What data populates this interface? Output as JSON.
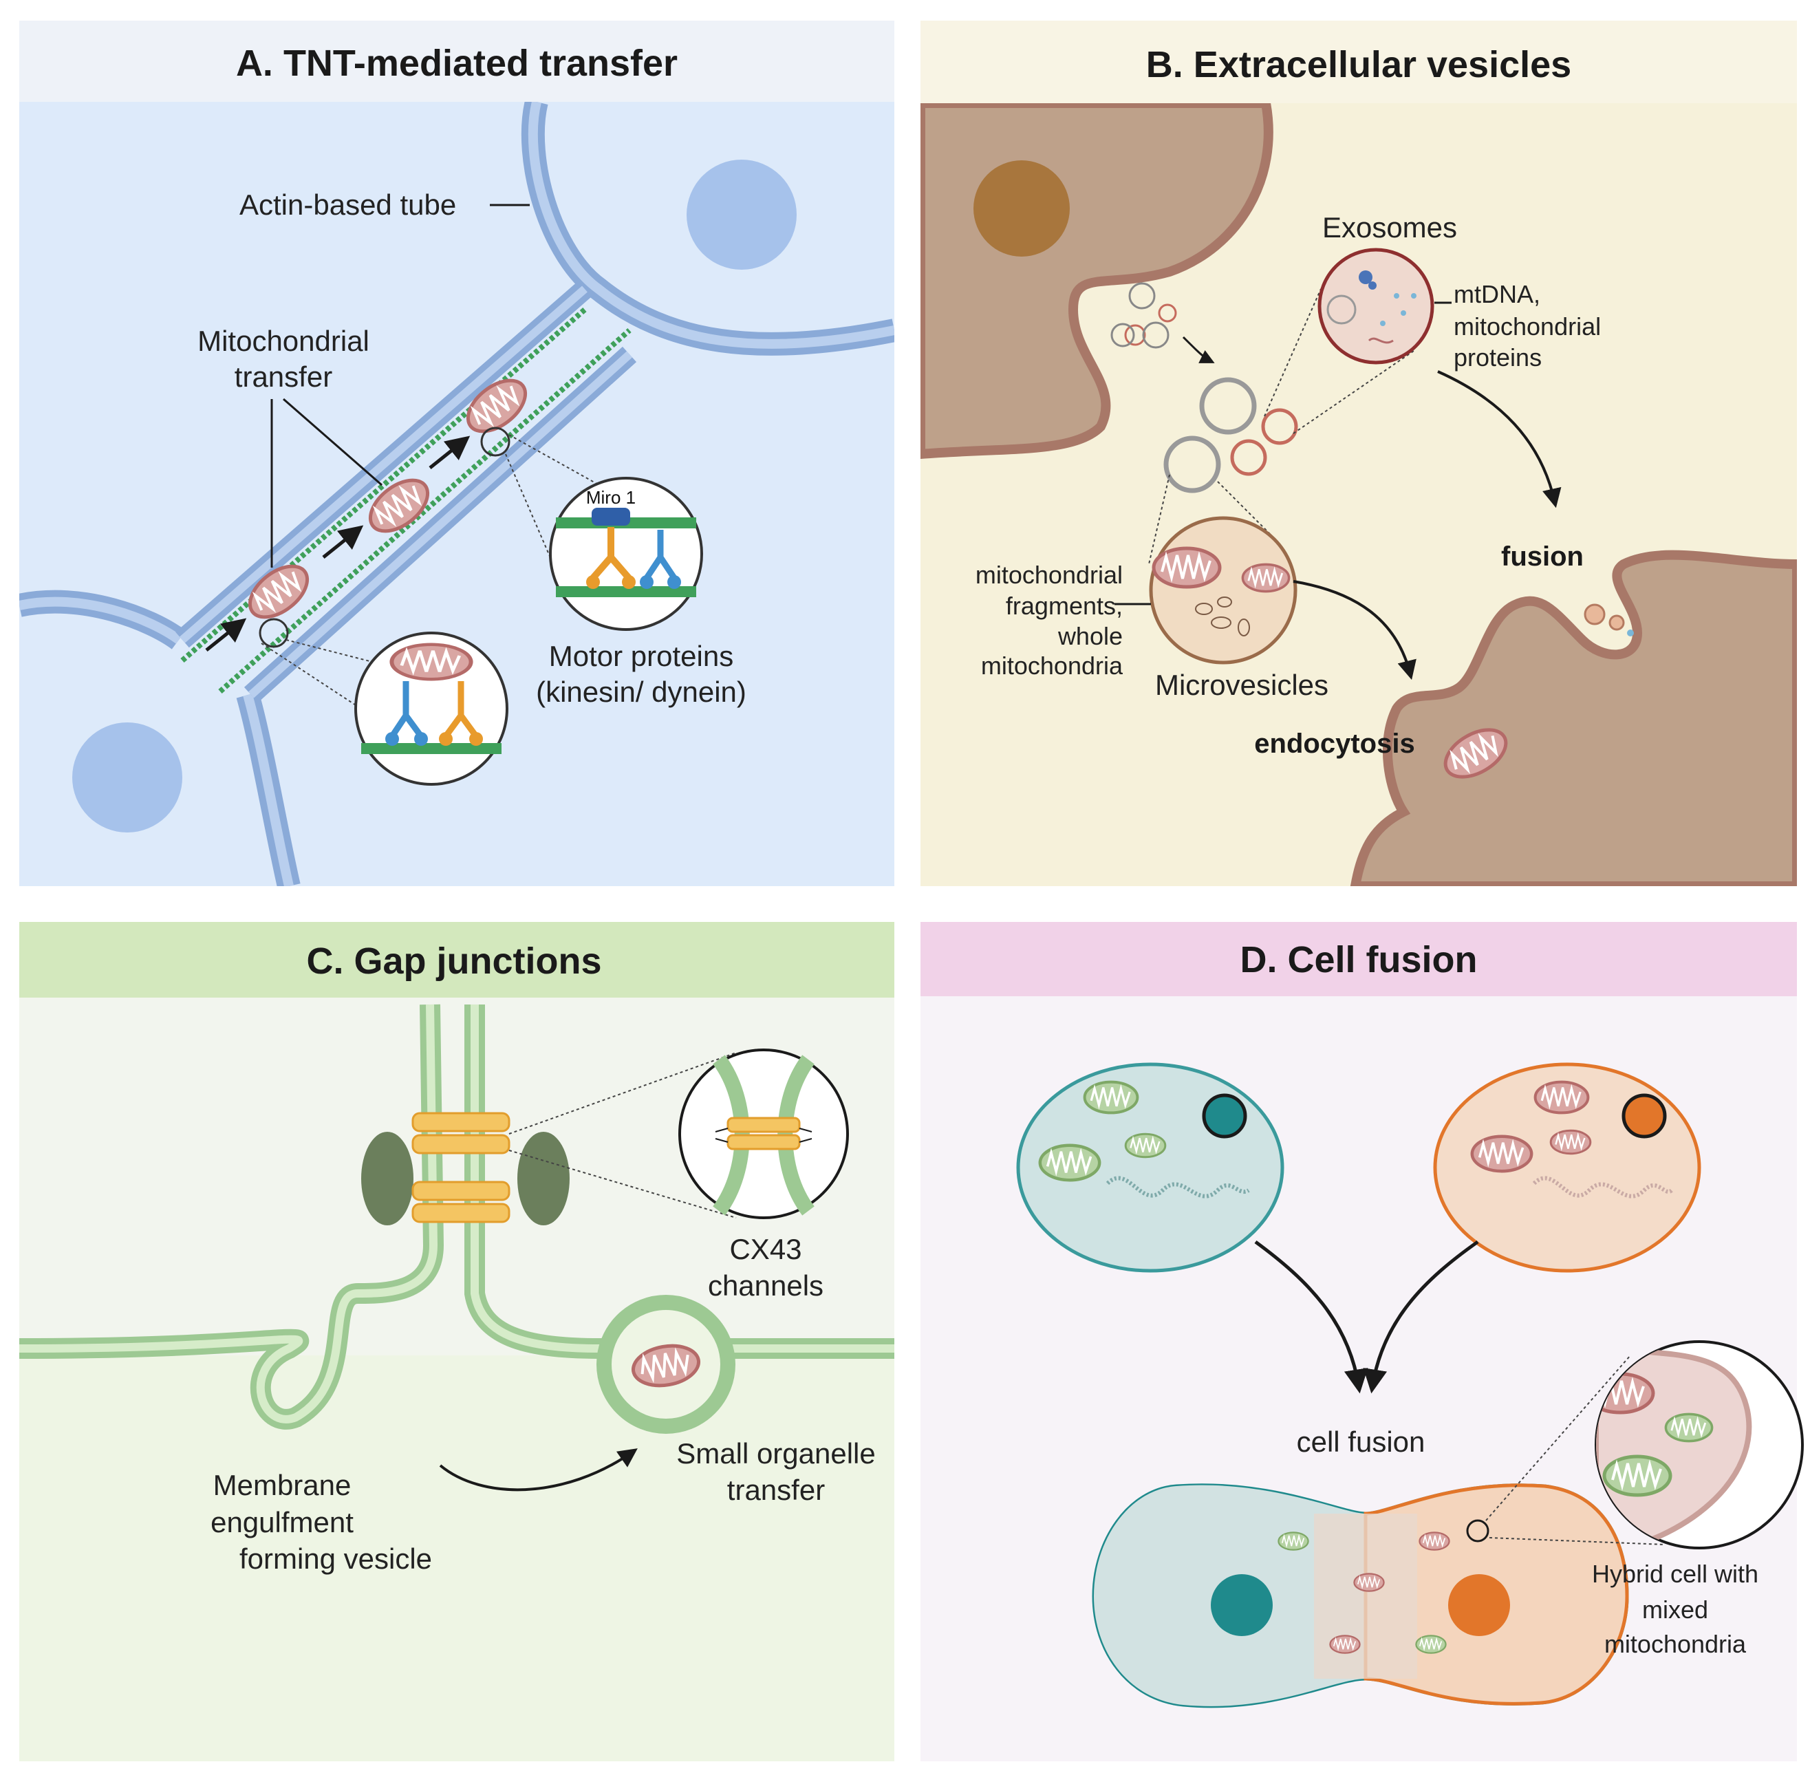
{
  "panels": {
    "a": {
      "title": "A. TNT-mediated transfer",
      "actin_label": "Actin-based tube",
      "mito_transfer_line1": "Mitochondrial",
      "mito_transfer_line2": "transfer",
      "miro_label": "Miro 1",
      "motor_line1": "Motor proteins",
      "motor_line2": "(kinesin/ dynein)"
    },
    "b": {
      "title": "B. Extracellular vesicles",
      "exosomes_label": "Exosomes",
      "mtdna_line1": "mtDNA,",
      "mtdna_line2": "mitochondrial",
      "mtdna_line3": "proteins",
      "fusion_label": "fusion",
      "frag_line1": "mitochondrial",
      "frag_line2": "fragments,",
      "frag_line3": "whole",
      "frag_line4": "mitochondria",
      "microvesicles_label": "Microvesicles",
      "endocytosis_label": "endocytosis"
    },
    "c": {
      "title": "C. Gap junctions",
      "cx43_line1": "CX43",
      "cx43_line2": "channels",
      "small_line1": "Small organelle",
      "small_line2": "transfer",
      "membrane_line1": "Membrane",
      "membrane_line2": "engulfment",
      "membrane_line3": "forming vesicle"
    },
    "d": {
      "title": "D. Cell fusion",
      "cell_fusion_label": "cell fusion",
      "hybrid_line1": "Hybrid cell with",
      "hybrid_line2": "mixed",
      "hybrid_line3": "mitochondria"
    }
  },
  "colors": {
    "panel_a_bg": "#ddeafa",
    "panel_b_bg": "#f6f1da",
    "panel_c_bg": "#eef5e4",
    "panel_d_bg": "#f7f3f8",
    "tube": "#8aaad8",
    "cell_b": "#bea18a",
    "membrane_c": "#9dc993",
    "channel": "#f4c562",
    "mito_red": "#c06b6b",
    "mito_green": "#8fb47a",
    "nucleus_teal": "#1f8a8c",
    "nucleus_orange": "#e2762a"
  },
  "icons": [
    "mitochondrion-icon",
    "arrow-icon",
    "vesicle-icon",
    "nucleus-icon",
    "gap-junction-channel-icon"
  ]
}
